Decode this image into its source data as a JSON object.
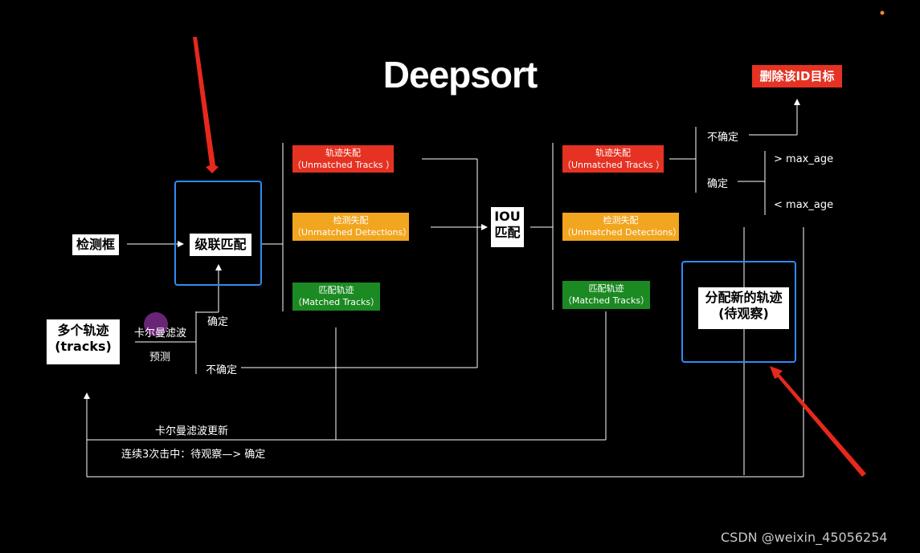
{
  "title": "Deepsort",
  "left": {
    "detection_box": "检测框",
    "cascade_match": "级联匹配",
    "tracks": [
      "多个轨迹",
      "(tracks)"
    ],
    "kalman": "卡尔曼滤波",
    "predict": "预测",
    "confirmed": "确定",
    "unconfirmed": "不确定"
  },
  "middle": {
    "unmatched_tracks": [
      "轨迹失配",
      "（Unmatched Tracks ）"
    ],
    "unmatched_detections": [
      "检测失配",
      "（Unmatched Detections）"
    ],
    "matched_tracks": [
      "匹配轨迹",
      "（Matched Tracks）"
    ],
    "iou": [
      "IOU",
      "匹配"
    ]
  },
  "right": {
    "unmatched_tracks": [
      "轨迹失配",
      "（Unmatched Tracks ）"
    ],
    "unmatched_detections": [
      "检测失配",
      "（Unmatched Detections）"
    ],
    "matched_tracks": [
      "匹配轨迹",
      "（Matched Tracks）"
    ],
    "unconfirmed": "不确定",
    "confirmed": "确定",
    "gt_max_age": "> max_age",
    "lt_max_age": "< max_age",
    "delete_id": "删除该ID目标",
    "new_track": [
      "分配新的轨迹",
      "(待观察)"
    ]
  },
  "bottom": {
    "kalman_update": "卡尔曼滤波更新",
    "three_hits": "连续3次击中：待观察—> 确定"
  },
  "watermark": "CSDN @weixin_45056254",
  "colors": {
    "red": "#e53222",
    "orange": "#f2a51f",
    "green": "#1c8a22",
    "blue": "#2f8cf4",
    "arrow": "#e8281c"
  }
}
